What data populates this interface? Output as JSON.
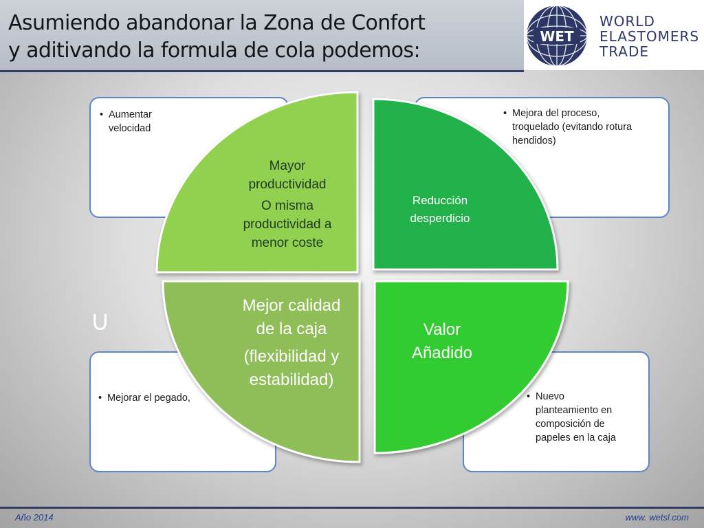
{
  "header": {
    "title_line1": "Asumiendo abandonar la Zona de Confort",
    "title_line2": "y aditivando la formula de cola podemos:",
    "logo_mark": "WET",
    "logo_line1": "WORLD",
    "logo_line2": "ELASTOMERS",
    "logo_line3": "TRADE"
  },
  "boxes": {
    "top_left": {
      "bullet": "•",
      "text_line1": "Aumentar",
      "text_line2": "velocidad"
    },
    "top_right": {
      "bullet": "•",
      "text_line1": "Mejora del proceso,",
      "text_line2": "troquelado (evitando rotura",
      "text_line3": "hendidos)"
    },
    "bottom_left": {
      "bullet": "•",
      "text_line1": "Mejorar el pegado,"
    },
    "bottom_right": {
      "bullet": "•",
      "text_line1": "Nuevo",
      "text_line2": "planteamiento en",
      "text_line3": "composición de",
      "text_line4": "papeles en la caja"
    }
  },
  "quadrants": {
    "top_left": {
      "line1": "Mayor",
      "line2": "productividad",
      "line3": "O misma",
      "line4": "productividad a",
      "line5": "menor coste",
      "color": "#92d050"
    },
    "top_right": {
      "line1": "Reducción",
      "line2": "desperdicio",
      "color": "#22b14c"
    },
    "bottom_left": {
      "line1": "Mejor calidad",
      "line2": "de la caja",
      "line3": "(flexibilidad y",
      "line4": "estabilidad)",
      "color": "#8fbe58"
    },
    "bottom_right": {
      "line1": "Valor",
      "line2": "Añadido",
      "color": "#33cc33"
    }
  },
  "arrow_glyph": "∪",
  "footer": {
    "left": "Año 2014",
    "right": "www. wetsl.com"
  },
  "colors": {
    "header_line": "#2f3b63",
    "box_border": "#5b86c7",
    "logo_navy": "#2c3766",
    "footer_text": "#1f3f8c"
  }
}
